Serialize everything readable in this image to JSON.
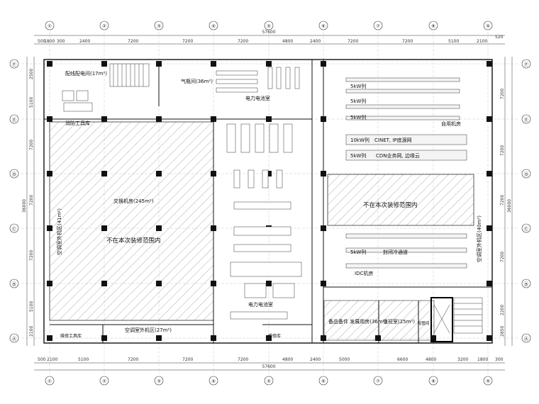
{
  "grid": {
    "columns": [
      "①",
      "②",
      "③",
      "④",
      "⑤",
      "⑥",
      "⑦",
      "⑧",
      "⑨"
    ],
    "rows": [
      "Ⓕ",
      "Ⓔ",
      "Ⓓ",
      "Ⓒ",
      "Ⓑ",
      "Ⓐ"
    ]
  },
  "dims": {
    "top_total": "57600",
    "bottom_total": "57600",
    "top_segments": [
      "500",
      "1800",
      "300",
      "2400",
      "7200",
      "7200",
      "7200",
      "4800",
      "2400",
      "7200",
      "7200",
      "5100",
      "2100",
      "520"
    ],
    "bottom_segments": [
      "500",
      "2100",
      "5100",
      "7200",
      "7200",
      "7200",
      "4800",
      "2400",
      "5000",
      "6600",
      "4800",
      "3200",
      "1800",
      "300"
    ],
    "left_segments": [
      "2500",
      "5100",
      "7200",
      "7200",
      "7200",
      "5100",
      "2100"
    ],
    "left_total": "36000",
    "right_total": "36000",
    "right_segments": [
      "7200",
      "7200",
      "7200",
      "7200",
      "2200",
      "2850"
    ]
  },
  "rooms": {
    "distribution": "配线配电间(17m²)",
    "gas": "气瓶间(36m²)",
    "power_battery": "电力电池室",
    "switch_room": "交换机房(245m²)",
    "out_scope_left": "不在本次装修范围内",
    "out_scope_right": "不在本次装修范围内",
    "ac_area_left": "空调室外机区(41m²)",
    "ac_area_right": "空调室外机区(40m²)",
    "ac_outdoor_bottom": "空调室外机区(27m²)",
    "battery_room": "电力电池室",
    "self_use": "自用机房",
    "cinet": "CINET, IP底源网",
    "cdn": "CDN业务网, 边缘云",
    "idc": "IDC机房",
    "cold_aisle": "封闭冷通道",
    "spare": "备品备件 发展用房(36m²)",
    "duty": "值班室(25m²)",
    "pipe": "配管间",
    "fire_small": "消防工具库",
    "maint": "维修工具库",
    "maint2": "维修库"
  },
  "rack_labels": {
    "r1": "5kW列",
    "r2": "5kW列",
    "r3": "5kW列",
    "r4": "10kW列",
    "r5": "5kW列",
    "r6": "5kW列"
  }
}
